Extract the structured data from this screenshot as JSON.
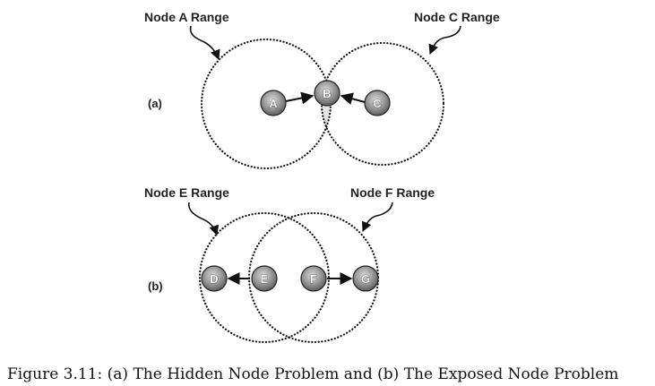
{
  "part_a": {
    "label": "(a)",
    "range_a_label": "Node A Range",
    "range_c_label": "Node C Range",
    "nodes": {
      "a": "A",
      "b": "B",
      "c": "C"
    }
  },
  "part_b": {
    "label": "(b)",
    "range_e_label": "Node E Range",
    "range_f_label": "Node F Range",
    "nodes": {
      "d": "D",
      "e": "E",
      "f": "F",
      "g": "G"
    }
  },
  "caption": "Figure 3.11: (a) The Hidden Node Problem and (b) The Exposed Node Problem",
  "colors": {
    "overlap_fill": "#e3e3e3",
    "node_fill_light": "#d9d9d9",
    "node_fill_dark": "#5e5e5e",
    "outline": "#111111"
  }
}
